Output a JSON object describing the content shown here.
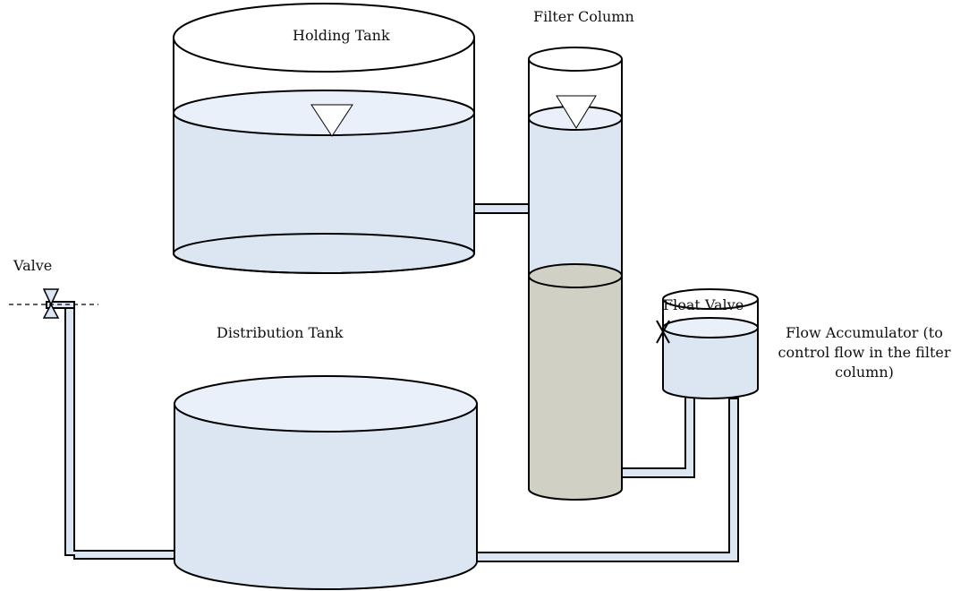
{
  "labels": {
    "holding_tank": "Holding Tank",
    "filter_column": "Filter Column",
    "valve": "Valve",
    "distribution_tank": "Distribution Tank",
    "float_valve": "Float Valve",
    "flow_accumulator": "Flow Accumulator (to control flow in the filter column)"
  },
  "colors": {
    "water": "#dce6f2",
    "water_surface": "#e9f0fa",
    "filter_media": "#d0d0c4",
    "outline": "#000000",
    "pipe": "#dce6f2"
  }
}
